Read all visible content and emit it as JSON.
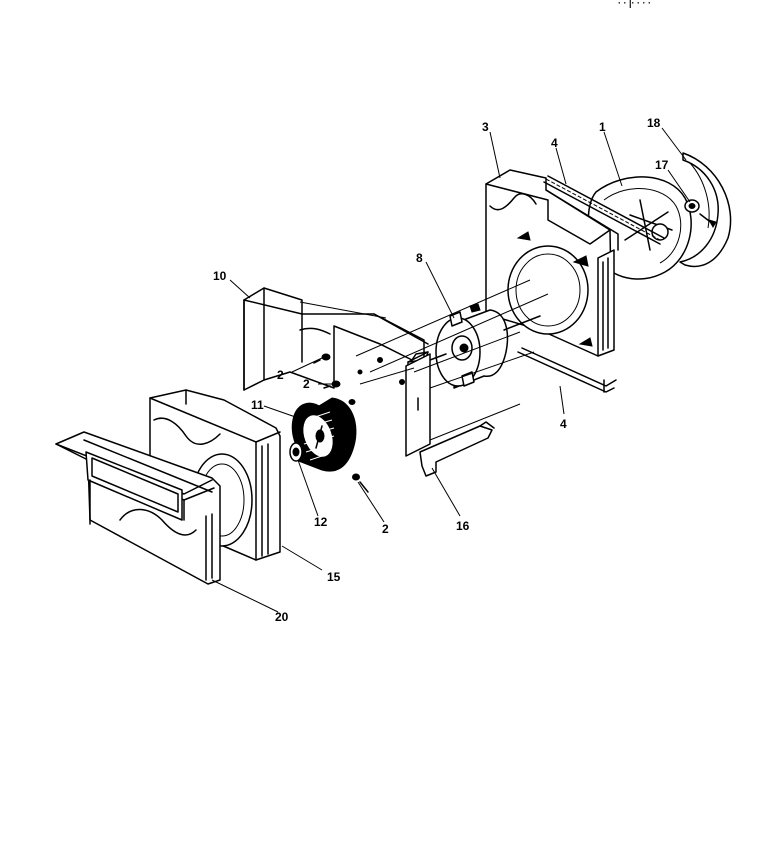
{
  "diagram": {
    "corner_text": "· · |· · · ·",
    "callouts": {
      "p1": "1",
      "p2a": "2",
      "p2b": "2",
      "p2c": "2",
      "p3": "3",
      "p4a": "4",
      "p4b": "4",
      "p8": "8",
      "p10": "10",
      "p11": "11",
      "p12": "12",
      "p15": "15",
      "p16": "16",
      "p17": "17",
      "p18": "18",
      "p20": "20"
    }
  }
}
